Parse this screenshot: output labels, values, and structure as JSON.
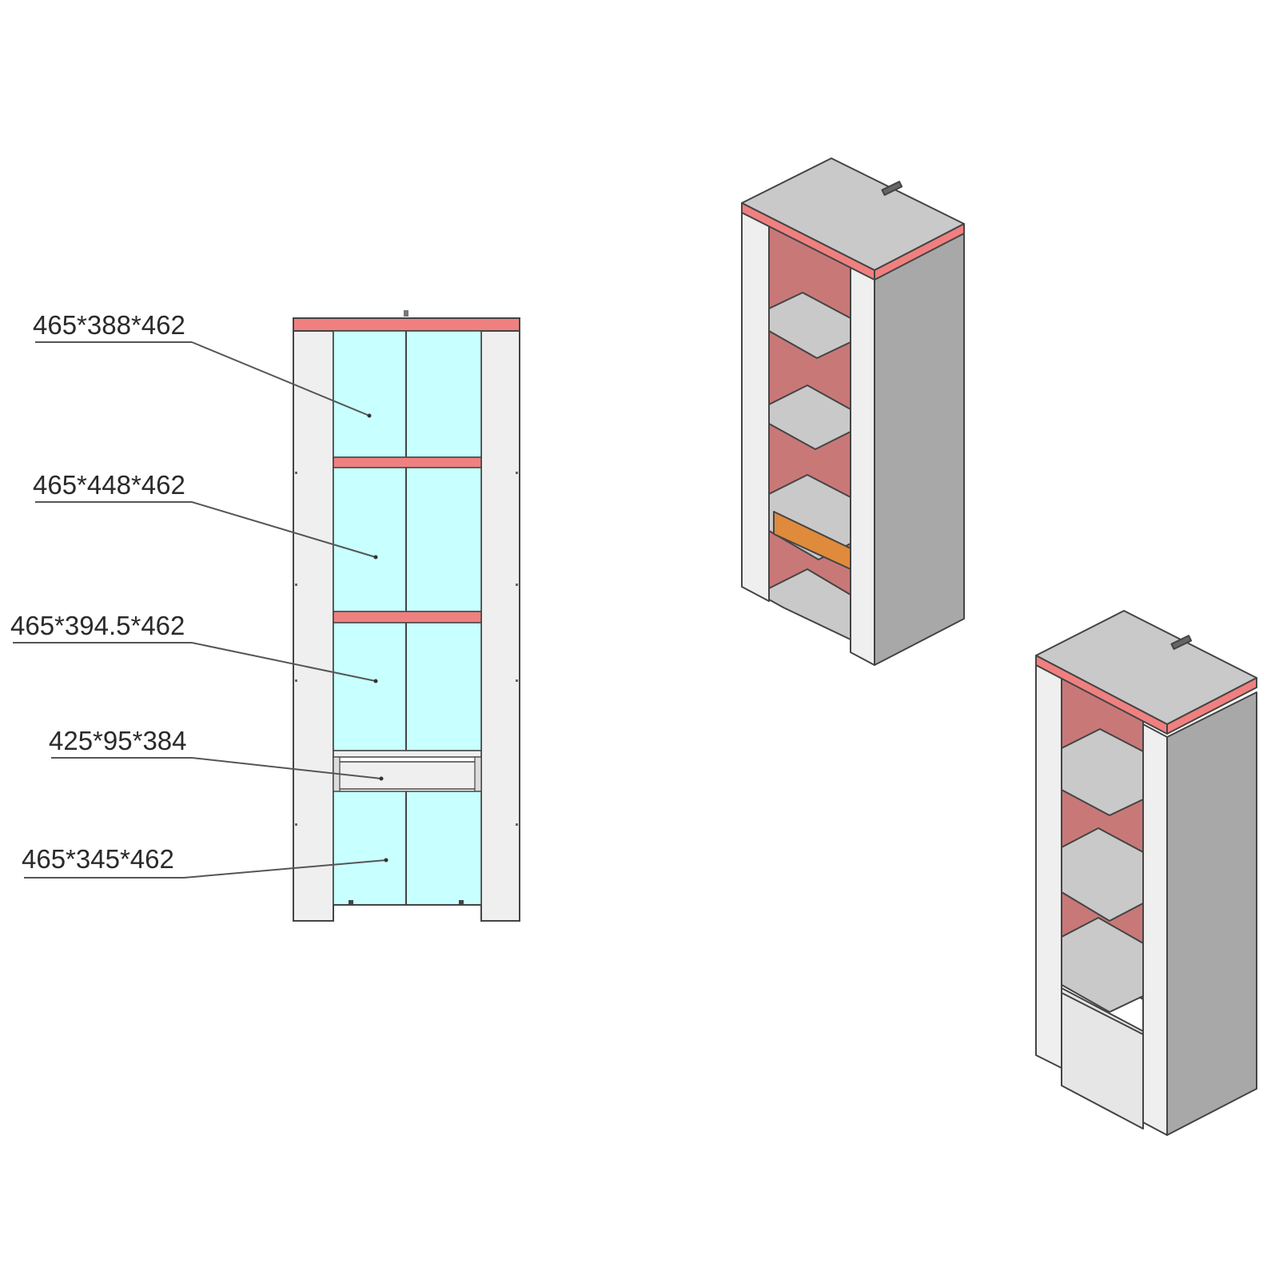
{
  "dimensions": [
    {
      "id": "compartment-1",
      "label": "465*388*462"
    },
    {
      "id": "compartment-2",
      "label": "465*448*462"
    },
    {
      "id": "compartment-3",
      "label": "465*394.5*462"
    },
    {
      "id": "drawer",
      "label": "425*95*384"
    },
    {
      "id": "compartment-4",
      "label": "465*345*462"
    }
  ],
  "colors": {
    "edge_band": "#f08080",
    "glass": "#c8ffff",
    "panel": "#efefef",
    "side": "#a8a8a8",
    "top": "#c9c9c9",
    "back": "#c97878",
    "drawer_front": "#e08a3c",
    "line": "#444444"
  },
  "icons": [
    "handle-knob-icon",
    "screw-point-icon"
  ]
}
